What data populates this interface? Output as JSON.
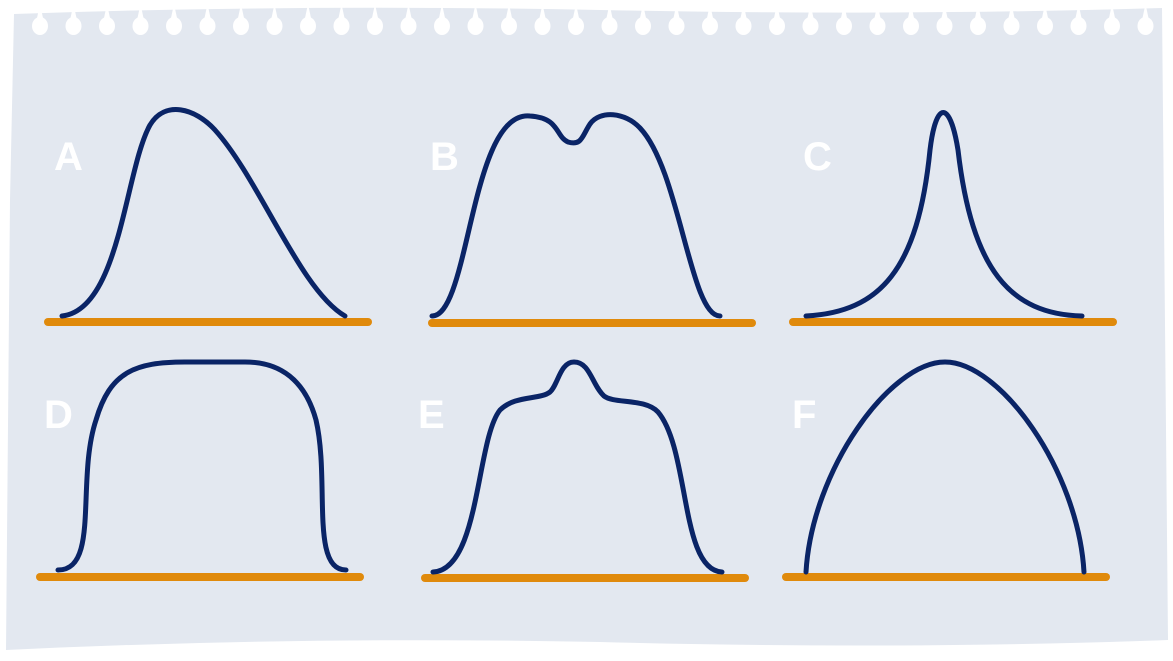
{
  "colors": {
    "paper": "#e3e8f0",
    "curve": "#0a2466",
    "baseline": "#e08a0c",
    "label": "#ffffff"
  },
  "panels": [
    {
      "label": "A",
      "shape": "right-skewed-peak"
    },
    {
      "label": "B",
      "shape": "bimodal-with-dip"
    },
    {
      "label": "C",
      "shape": "sharp-peak"
    },
    {
      "label": "D",
      "shape": "flat-top-plateau"
    },
    {
      "label": "E",
      "shape": "shoulders-with-center-peak"
    },
    {
      "label": "F",
      "shape": "parabolic-arch"
    }
  ]
}
